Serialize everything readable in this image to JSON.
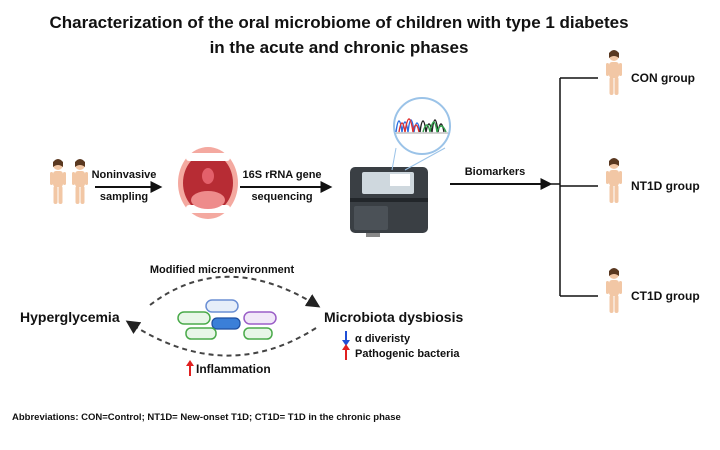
{
  "title": {
    "line1": "Characterization of the oral microbiome of children with type 1 diabetes",
    "line2": "in the acute and chronic phases"
  },
  "flow": {
    "step1": {
      "line1": "Noninvasive",
      "line2": "sampling"
    },
    "step2": {
      "line1": "16S rRNA gene",
      "line2": "sequencing"
    },
    "step3": "Biomarkers"
  },
  "groups": [
    "CON group",
    "NT1D group",
    "CT1D group"
  ],
  "cycle": {
    "top_label": "Modified microenvironment",
    "left": "Hyperglycemia",
    "right": "Microbiota dysbiosis",
    "right_details": [
      {
        "text": "α diveristy",
        "direction": "down",
        "color": "#1f4fd6"
      },
      {
        "text": "Pathogenic bacteria",
        "direction": "up",
        "color": "#e02020"
      }
    ],
    "bottom": {
      "text": "Inflammation",
      "direction": "up",
      "color": "#e02020"
    }
  },
  "abbreviations": "Abbreviations: CON=Control;  NT1D= New-onset T1D;  CT1D= T1D in the chronic phase",
  "icons": [
    "children-figures-icon",
    "open-mouth-icon",
    "sequencer-machine-icon",
    "chromatogram-icon",
    "child-figure-icon",
    "bacteria-cluster-icon"
  ]
}
